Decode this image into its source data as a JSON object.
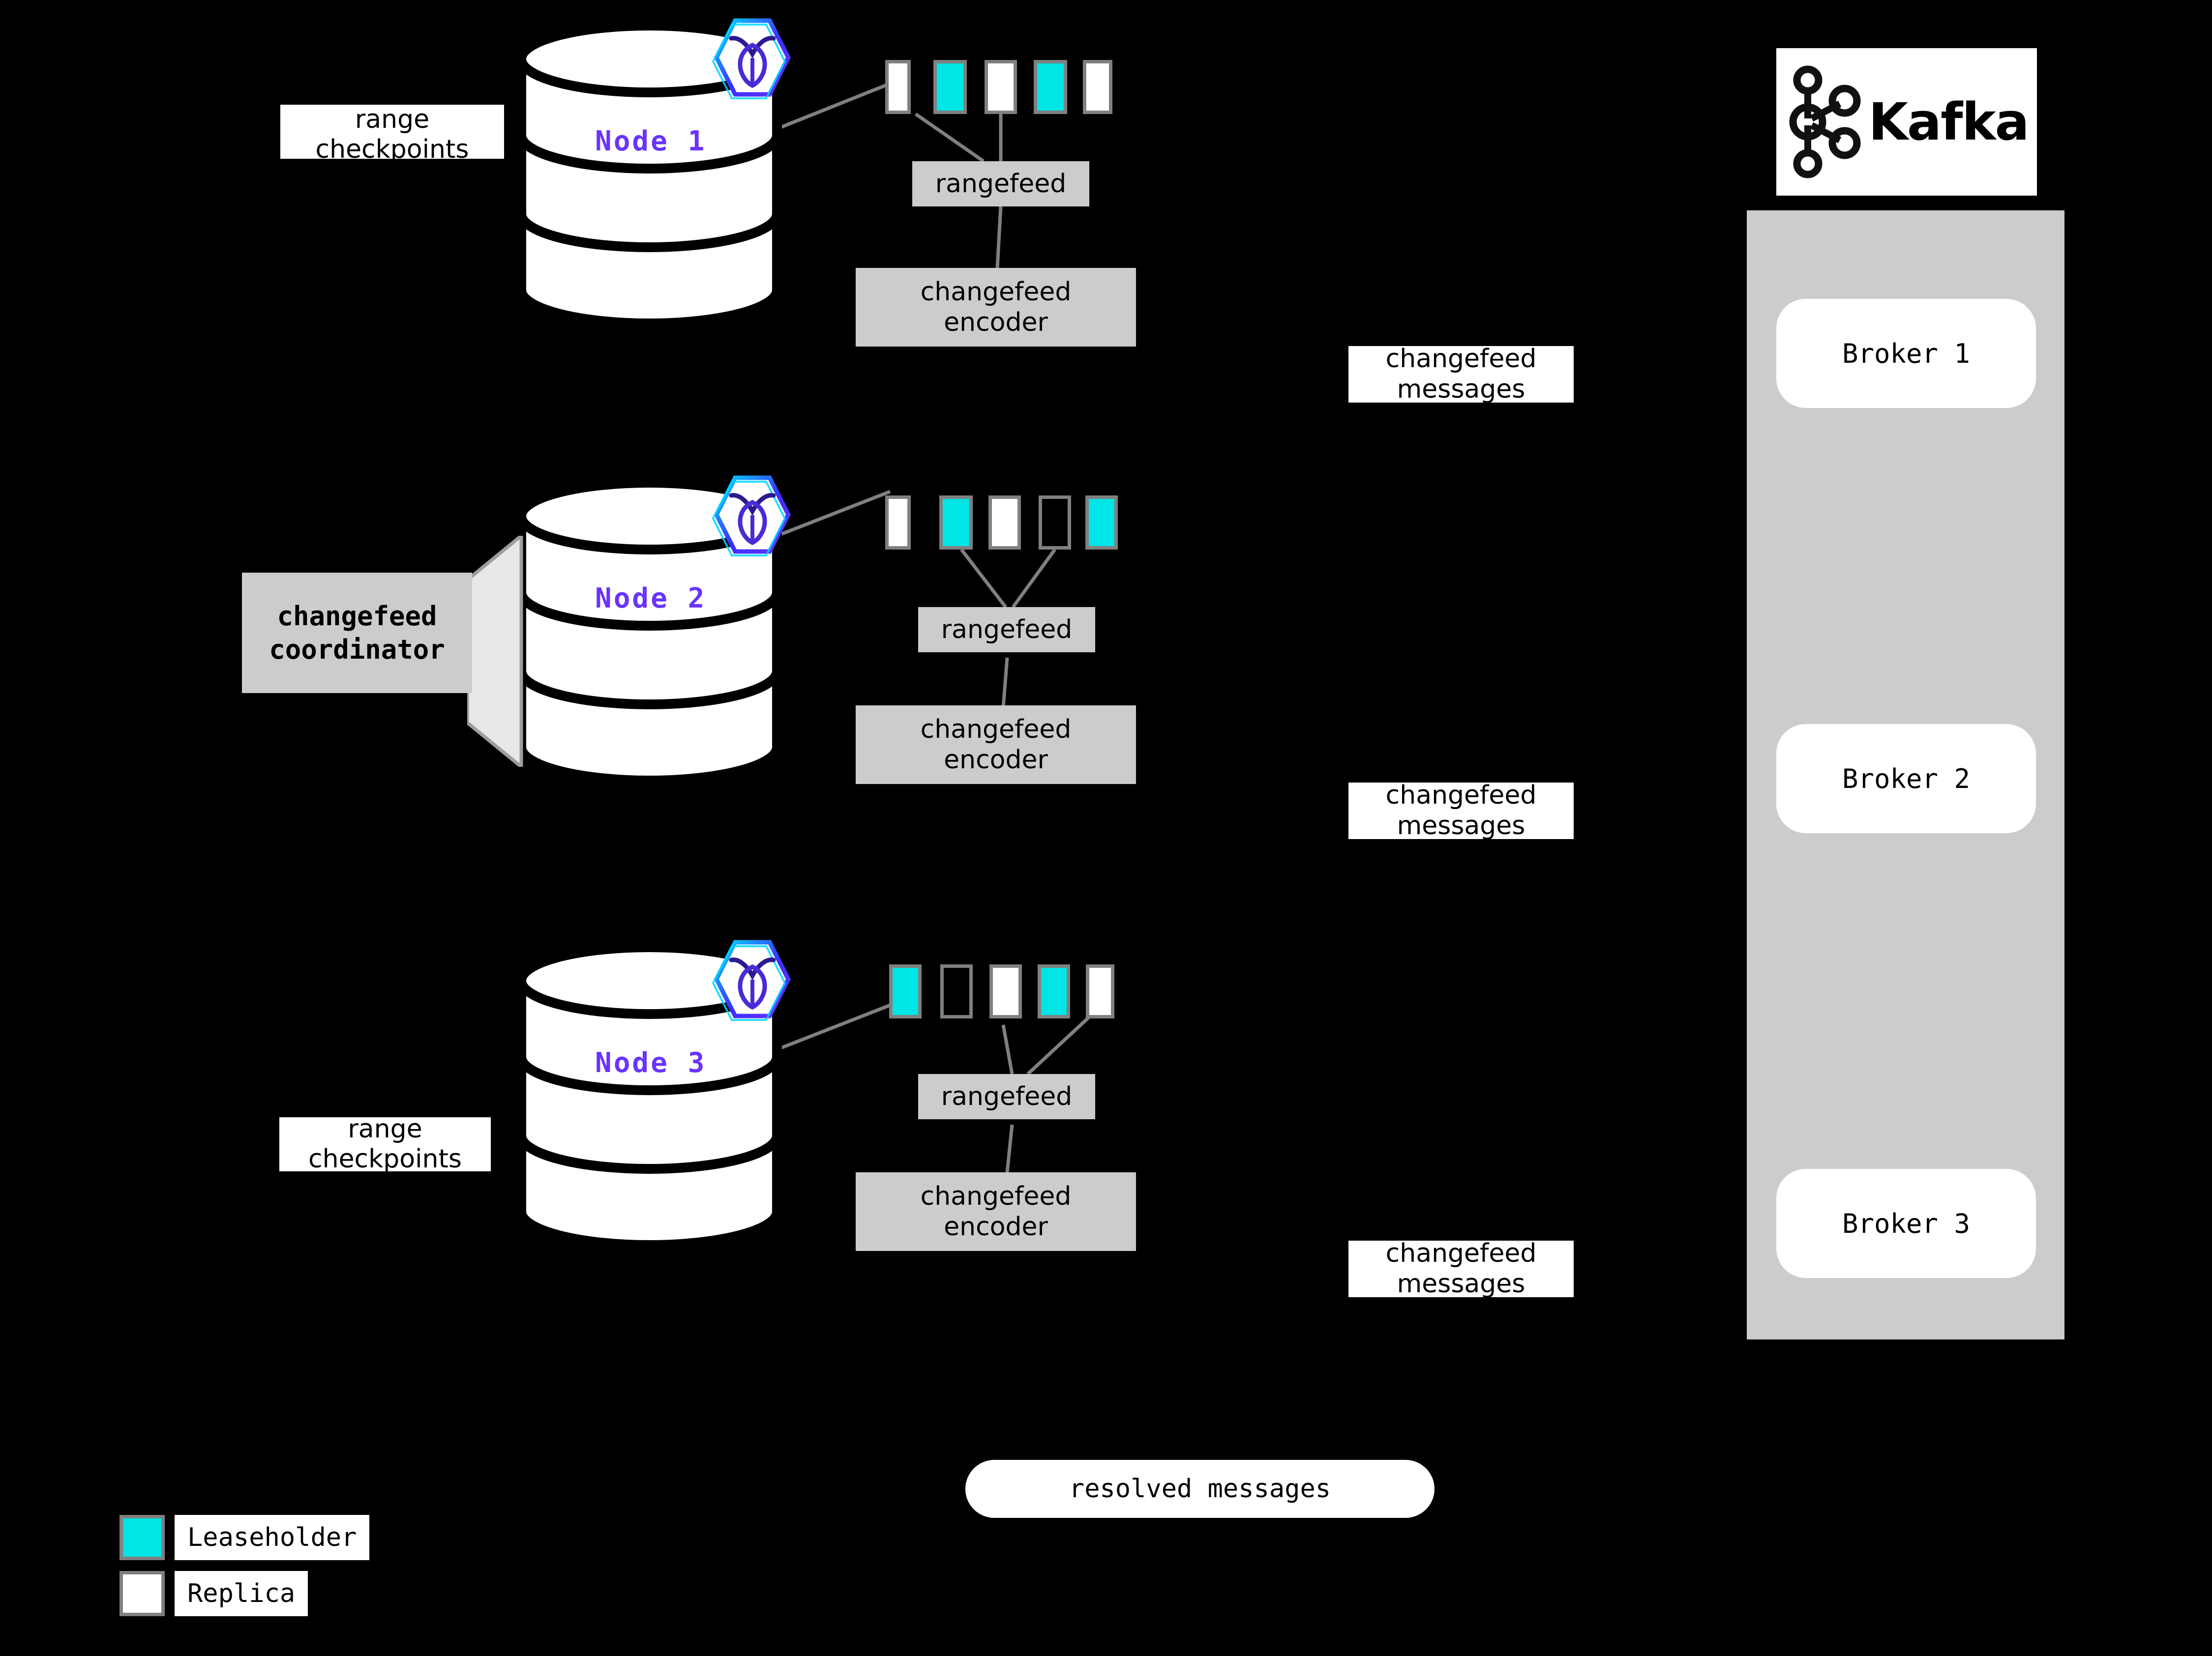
{
  "diagram": {
    "title": "CockroachDB changefeed to Kafka architecture",
    "colors": {
      "leaseholder": "#00e5e5",
      "replica": "#ffffff",
      "range_border": "#808080",
      "process_box": "#cccccc",
      "node_label": "#6933ff",
      "background": "#000000",
      "panel": "#cccccc"
    }
  },
  "nodes": [
    {
      "label": "Node 1",
      "logo": "cockroachdb-hexagon-icon",
      "ranges": [
        "replica",
        "leaseholder",
        "replica",
        "leaseholder",
        "replica"
      ],
      "rangefeed_label": "rangefeed",
      "encoder_label": "changefeed\nencoder",
      "side_label": "range\ncheckpoints",
      "has_coordinator": false
    },
    {
      "label": "Node 2",
      "logo": "cockroachdb-hexagon-icon",
      "ranges": [
        "replica",
        "leaseholder",
        "replica",
        "empty",
        "leaseholder"
      ],
      "rangefeed_label": "rangefeed",
      "encoder_label": "changefeed\nencoder",
      "side_label": "changefeed\ncoordinator",
      "has_coordinator": true
    },
    {
      "label": "Node 3",
      "logo": "cockroachdb-hexagon-icon",
      "ranges": [
        "leaseholder",
        "empty",
        "replica",
        "leaseholder",
        "replica"
      ],
      "rangefeed_label": "rangefeed",
      "encoder_label": "changefeed\nencoder",
      "side_label": "range\ncheckpoints",
      "has_coordinator": false
    }
  ],
  "flow_labels": [
    {
      "text": "changefeed\nmessages"
    },
    {
      "text": "changefeed\nmessages"
    },
    {
      "text": "changefeed\nmessages"
    }
  ],
  "resolved": {
    "label": "resolved messages"
  },
  "kafka": {
    "logo_text": "Kafka",
    "logo_icon": "kafka-node-graph-icon",
    "brokers": [
      {
        "label": "Broker 1"
      },
      {
        "label": "Broker 2"
      },
      {
        "label": "Broker 3"
      }
    ]
  },
  "legend": {
    "items": [
      {
        "swatch": "leaseholder",
        "label": "Leaseholder"
      },
      {
        "swatch": "replica",
        "label": "Replica"
      }
    ]
  }
}
